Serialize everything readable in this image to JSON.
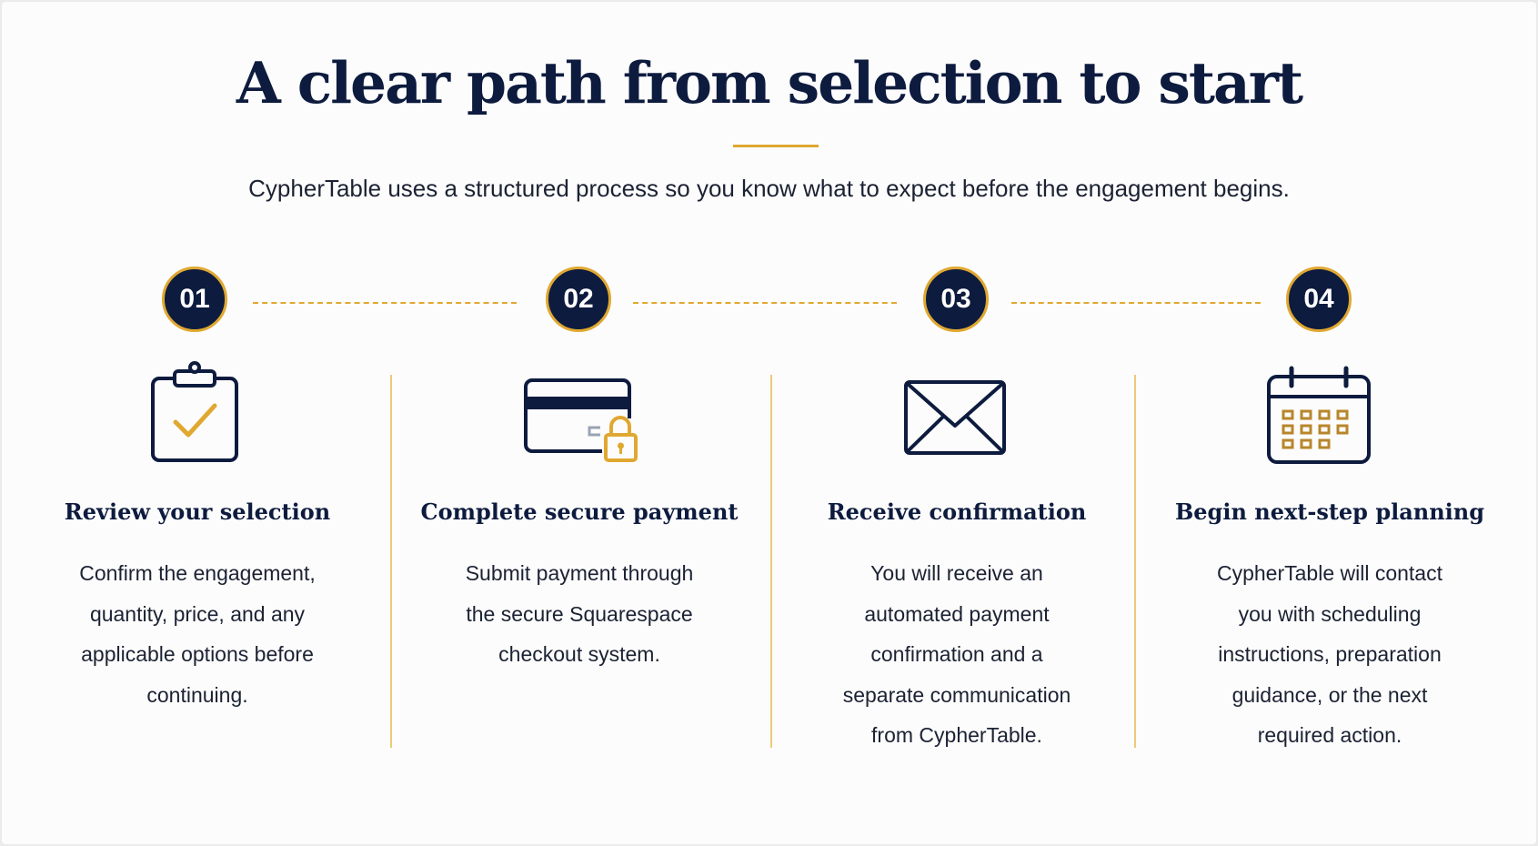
{
  "header": {
    "title": "A clear path from selection to start",
    "subtitle": "CypherTable uses a structured process so you know what to expect before the engagement begins."
  },
  "colors": {
    "navy": "#0d1b3e",
    "gold": "#e0a831",
    "text": "#1b2233",
    "background": "#fcfcfc"
  },
  "steps": [
    {
      "number": "01",
      "icon": "clipboard-check-icon",
      "title": "Review your selection",
      "lines": [
        "Confirm the engagement,",
        "quantity, price, and any",
        "applicable options before",
        "continuing."
      ]
    },
    {
      "number": "02",
      "icon": "credit-card-lock-icon",
      "title": "Complete secure payment",
      "lines": [
        "Submit payment through",
        "the secure Squarespace",
        "checkout system."
      ]
    },
    {
      "number": "03",
      "icon": "envelope-icon",
      "title": "Receive confirmation",
      "lines": [
        "You will receive an",
        "automated payment",
        "confirmation and a",
        "separate communication",
        "from CypherTable."
      ]
    },
    {
      "number": "04",
      "icon": "calendar-icon",
      "title": "Begin next-step planning",
      "lines": [
        "CypherTable will contact",
        "you with scheduling",
        "instructions, preparation",
        "guidance, or the next",
        "required action."
      ]
    }
  ]
}
